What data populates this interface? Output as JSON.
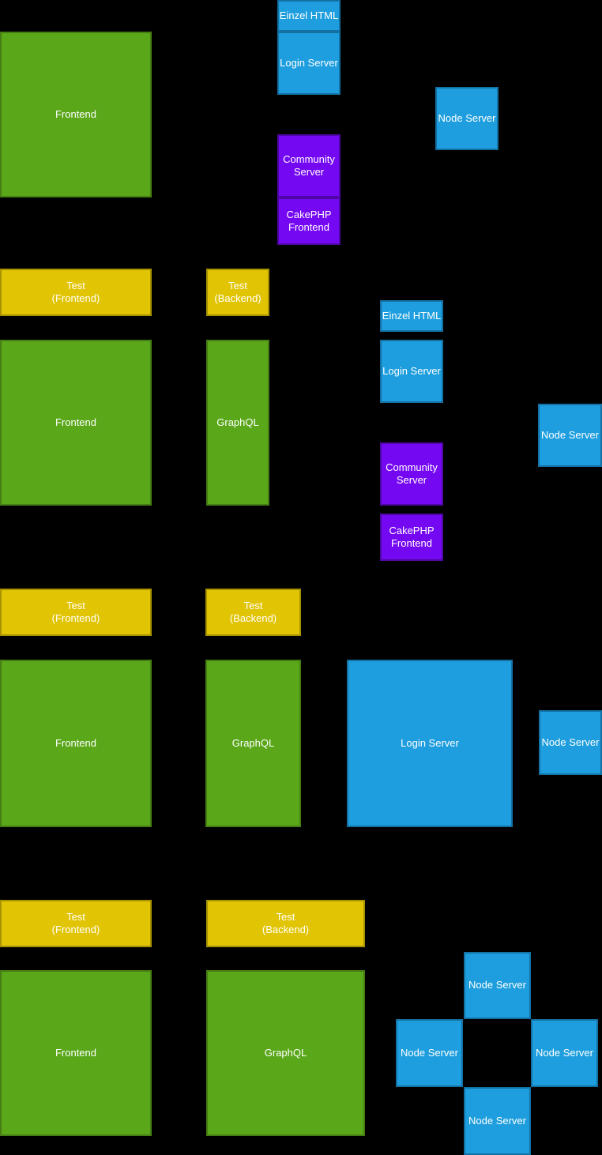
{
  "colors": {
    "background": "#000000",
    "text": "#ffffff",
    "green_fill": "#5aa71a",
    "green_border": "#467e14",
    "blue_fill": "#1e9ede",
    "blue_border": "#1371a3",
    "purple_fill": "#7508f2",
    "purple_border": "#4e06a5",
    "yellow_fill": "#e1c404",
    "yellow_border": "#a89200"
  },
  "diagram": {
    "sections": [
      {
        "nodes": [
          {
            "label": "Frontend",
            "type": "green"
          },
          {
            "label": "Einzel HTML",
            "type": "blue"
          },
          {
            "label": "Login Server",
            "type": "blue"
          },
          {
            "label": "Community\nServer",
            "type": "purple"
          },
          {
            "label": "CakePHP\nFrontend",
            "type": "purple"
          },
          {
            "label": "Node Server",
            "type": "blue"
          }
        ]
      },
      {
        "nodes": [
          {
            "label": "Test\n(Frontend)",
            "type": "yellow"
          },
          {
            "label": "Test\n(Backend)",
            "type": "yellow"
          },
          {
            "label": "Frontend",
            "type": "green"
          },
          {
            "label": "GraphQL",
            "type": "green"
          },
          {
            "label": "Einzel HTML",
            "type": "blue"
          },
          {
            "label": "Login Server",
            "type": "blue"
          },
          {
            "label": "Community\nServer",
            "type": "purple"
          },
          {
            "label": "CakePHP\nFrontend",
            "type": "purple"
          },
          {
            "label": "Node Server",
            "type": "blue"
          }
        ]
      },
      {
        "nodes": [
          {
            "label": "Test\n(Frontend)",
            "type": "yellow"
          },
          {
            "label": "Test\n(Backend)",
            "type": "yellow"
          },
          {
            "label": "Frontend",
            "type": "green"
          },
          {
            "label": "GraphQL",
            "type": "green"
          },
          {
            "label": "Login Server",
            "type": "blue"
          },
          {
            "label": "Node Server",
            "type": "blue"
          }
        ]
      },
      {
        "nodes": [
          {
            "label": "Test\n(Frontend)",
            "type": "yellow"
          },
          {
            "label": "Test\n(Backend)",
            "type": "yellow"
          },
          {
            "label": "Frontend",
            "type": "green"
          },
          {
            "label": "GraphQL",
            "type": "green"
          },
          {
            "label": "Node Server",
            "type": "blue"
          },
          {
            "label": "Node Server",
            "type": "blue"
          },
          {
            "label": "Node Server",
            "type": "blue"
          },
          {
            "label": "Node Server",
            "type": "blue"
          }
        ]
      }
    ]
  }
}
